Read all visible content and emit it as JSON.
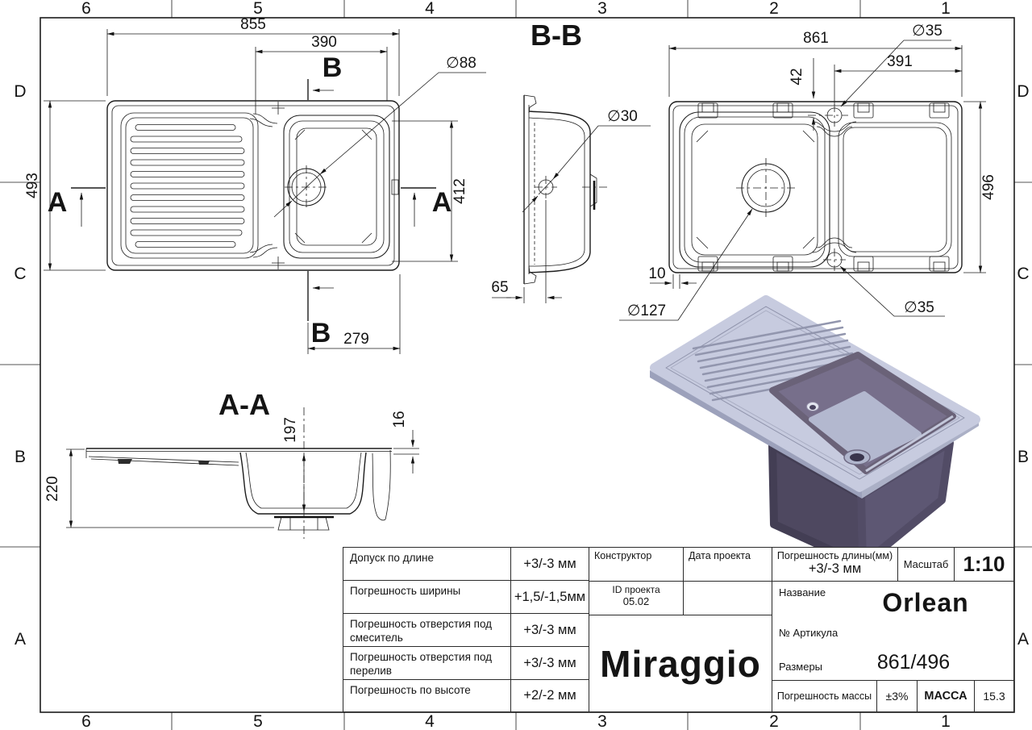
{
  "sheet": {
    "columns": [
      "6",
      "5",
      "4",
      "3",
      "2",
      "1"
    ],
    "rows": [
      "D",
      "C",
      "B",
      "A"
    ]
  },
  "views": {
    "top_view": {
      "dim_length": "855",
      "dim_bowl_width": "390",
      "dim_width": "493",
      "dim_bowl_height": "412",
      "dim_drain_to_edge": "279",
      "dim_drain_dia": "∅88",
      "section_label_b": "B",
      "section_label_a": "A"
    },
    "section_bb": {
      "title": "B-B",
      "dim_hole_dia": "∅30",
      "dim_hole_offset": "65"
    },
    "bottom_view": {
      "dim_length": "861",
      "dim_overflow_depth": "42",
      "dim_overflow_to_edge": "391",
      "dim_overflow_dia_top": "∅35",
      "dim_width": "496",
      "dim_edge_lip": "10",
      "dim_overflow_dia_bottom": "∅35",
      "dim_drain_dia": "∅127"
    },
    "section_aa": {
      "title": "A-A",
      "dim_bowl_depth": "197",
      "dim_rim_thickness": "16",
      "dim_total_height": "220"
    }
  },
  "title_block": {
    "tolerances": [
      {
        "label": "Допуск по длине",
        "value": "+3/-3 мм"
      },
      {
        "label": "Погрешность ширины",
        "value": "+1,5/-1,5мм"
      },
      {
        "label": "Погрешность отверстия под смеситель",
        "value": "+3/-3 мм"
      },
      {
        "label": "Погрешность отверстия под перелив",
        "value": "+3/-3 мм"
      },
      {
        "label": "Погрешность по высоте",
        "value": "+2/-2 мм"
      }
    ],
    "designer_label": "Конструктор",
    "date_label": "Дата проекта",
    "project_id_label": "ID проекта",
    "project_id": "05.02",
    "brand": "Miraggio",
    "length_tol_label": "Погрешность длины(мм)",
    "length_tol": "+3/-3 мм",
    "scale_label": "Масштаб",
    "scale": "1:10",
    "name_label": "Название",
    "name": "Orlean",
    "article_label": "№ Артикула",
    "dimensions_label": "Размеры",
    "dimensions": "861/496",
    "mass_tol_label": "Погрешность массы",
    "mass_tol": "±3%",
    "mass_label": "МАССА",
    "mass": "15.3"
  },
  "colors": {
    "line": "#1c1c1c",
    "render_top": "#c7cbdf",
    "render_edge_left": "#9ca1bb",
    "render_edge_right": "#abb0c6",
    "render_body_dark": "#4e4860",
    "render_body_mid": "#5d5773",
    "render_bowl_wall": "#776f8b",
    "render_bowl_floor": "#b3b8cf",
    "render_drain_dark": "#39344c"
  }
}
